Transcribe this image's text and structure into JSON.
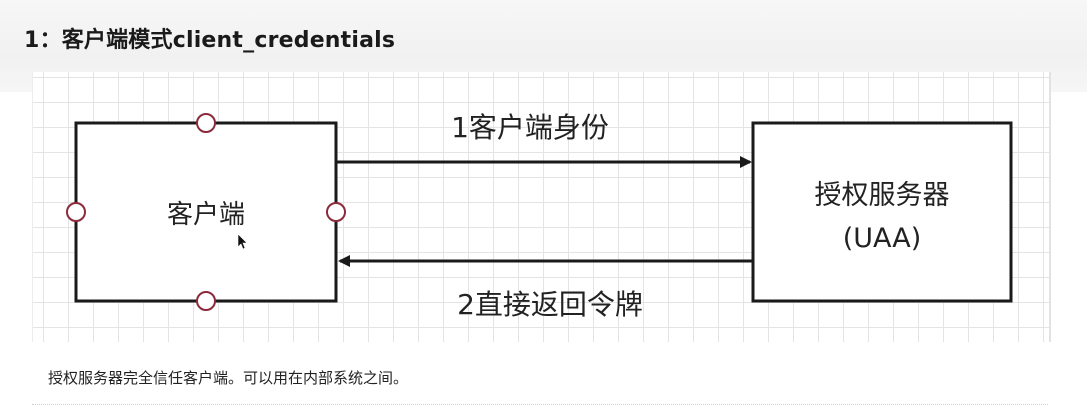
{
  "heading": "1：客户端模式client_credentials",
  "diagram": {
    "client_label": "客户端",
    "server_label_line1": "授权服务器",
    "server_label_line2": "(UAA)",
    "arrow_request_label": "1客户端身份",
    "arrow_response_label": "2直接返回令牌"
  },
  "caption": "授权服务器完全信任客户端。可以用在内部系统之间。",
  "colors": {
    "stroke": "#1a1a1a",
    "handle": "#8b2a3a",
    "grid": "#e4e4e4"
  }
}
